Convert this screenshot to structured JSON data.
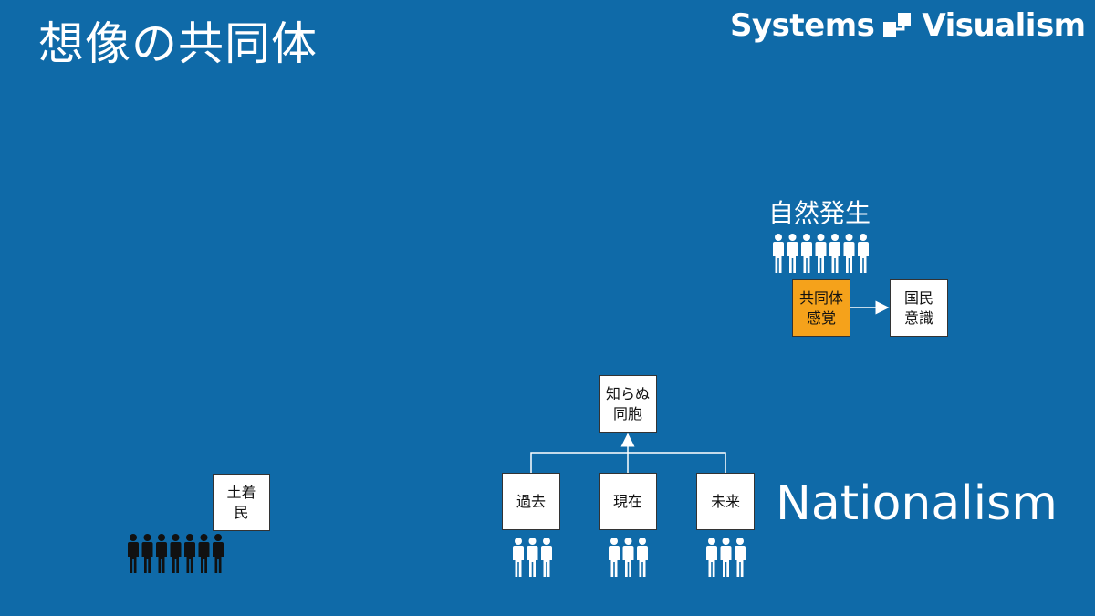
{
  "title": "想像の共同体",
  "brand": {
    "left": "Systems",
    "right": "Visualism"
  },
  "labels": {
    "shizen": "自然発生",
    "nationalism": "Nationalism"
  },
  "boxes": {
    "dochakumin": "土着\n民",
    "kyodotai": "共同体\n感覚",
    "kokumin": "国民\n意識",
    "shiranu": "知らぬ\n同胞",
    "kako": "過去",
    "genzai": "現在",
    "mirai": "未来"
  },
  "colors": {
    "background": "#0f6aa8",
    "box": "#ffffff",
    "highlight": "#f5a21b",
    "people_dark": "#111111",
    "people_light": "#ffffff"
  },
  "icons": {
    "people": "person-icon",
    "brand": "systems-logo-icon"
  }
}
